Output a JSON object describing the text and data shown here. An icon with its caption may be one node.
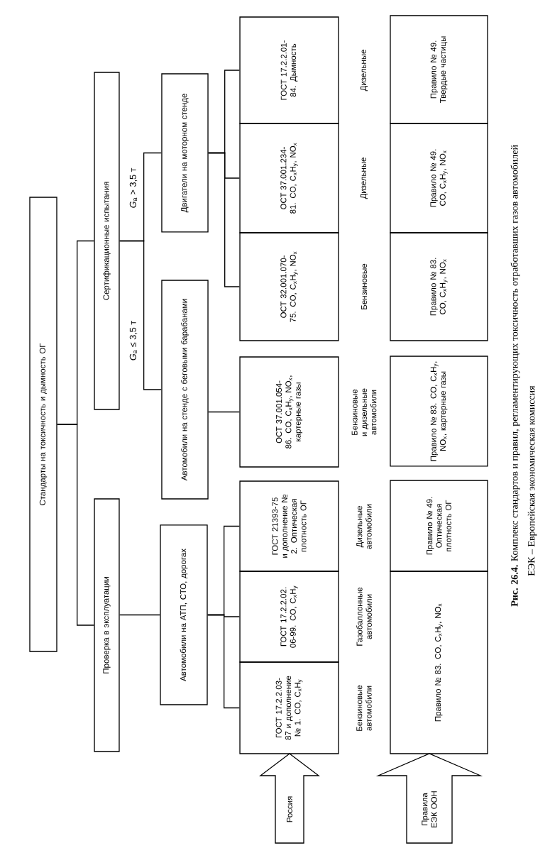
{
  "diagram": {
    "caption": "**Рис. 26.4.** Комплекс стандартов и правил, регламентирующих токсичность отработавших газов автомобилей",
    "nodes": [
      {
        "text": [
          "Стандарты на токсичность и дымность ОГ"
        ]
      },
      {
        "text": [
          "Проверка в эксплуатации"
        ]
      },
      {
        "text": [
          "Сертификационные испытания"
        ]
      },
      {
        "text": [
          "Автомобили на АТП, СТО, дорогах"
        ]
      },
      {
        "text": [
          "Автомобили на стенде с беговыми барабанами"
        ]
      },
      {
        "text": [
          "Двигатели на моторном стенде"
        ]
      },
      {
        "text": [
          "ГОСТ 17.2.2.03-87 и дополнение № 1. CO, C$_{x}$H$_{y}$"
        ]
      },
      {
        "text": [
          "ГОСТ 17.2.2.02. 06-99. CO, C$_{x}$H$_{y}$"
        ]
      },
      {
        "text": [
          "ГОСТ 21393-75 и дополнение № 2. Оптическая плотность ОГ"
        ]
      },
      {
        "text": [
          "ОСТ 37.001.054-86. CO, C$_{x}$H$_{y}$, NO$_{x}$, картерные газы"
        ]
      },
      {
        "text": [
          "ОСТ 32.001.070-75. CO, C$_{x}$H$_{y}$, NO$_{x}$"
        ]
      },
      {
        "text": [
          "ОСТ 37.001.234-81. CO, C$_{x}$H$_{y}$, NO$_{x}$"
        ]
      },
      {
        "text": [
          "ГОСТ 17.2.2.01-84. Дымность"
        ]
      },
      {
        "text": [
          "Правило № 83. CO, C$_{x}$H$_{y}$, NO$_{x}$"
        ]
      },
      {
        "text": [
          "Правило № 49. Оптическая плотность ОГ"
        ]
      },
      {
        "text": [
          "Правило № 83. CO, C$_{x}$H$_{y}$, NO$_{x}$, картерные газы"
        ]
      },
      {
        "text": [
          "Правило № 83. CO, C$_{x}$H$_{y}$, NO$_{x}$"
        ]
      },
      {
        "text": [
          "Правило № 49. CO, C$_{x}$H$_{y}$, NO$_{x}$"
        ]
      },
      {
        "text": [
          "Правило № 49. Твердые частицы"
        ]
      },
      {
        "text": [
          "Россия"
        ]
      },
      {
        "text": [
          "Правила ЕЭК ООН"
        ]
      }
    ],
    "edges": [
      {
        "from": 0,
        "to": 1,
        "arrow": "none"
      },
      {
        "from": 0,
        "to": 2,
        "arrow": "none"
      },
      {
        "from": 1,
        "to": 3,
        "arrow": "none"
      },
      {
        "from": 2,
        "to": 4,
        "arrow": "none",
        "label": "*G*$_{a}$ ≤ 3,5 т"
      },
      {
        "from": 2,
        "to": 5,
        "arrow": "none",
        "label": "*G*$_{a}$ > 3,5 т"
      },
      {
        "from": 3,
        "to": 6,
        "arrow": "none"
      },
      {
        "from": 3,
        "to": 7,
        "arrow": "none"
      },
      {
        "from": 3,
        "to": 8,
        "arrow": "none"
      },
      {
        "from": 4,
        "to": 9,
        "arrow": "none"
      },
      {
        "from": 5,
        "to": 10,
        "arrow": "none"
      },
      {
        "from": 5,
        "to": 11,
        "arrow": "none"
      },
      {
        "from": 5,
        "to": 12,
        "arrow": "none"
      }
    ],
    "labels": [
      "Бензиновые автомобили",
      "Газобаллонные автомобили",
      "Дизельные автомобили",
      "Бензиновые и дизельные автомобили",
      "Бензиновые",
      "Дизельные",
      "Дизельные",
      "ЕЭК – Европейская экономическая комиссия"
    ]
  }
}
